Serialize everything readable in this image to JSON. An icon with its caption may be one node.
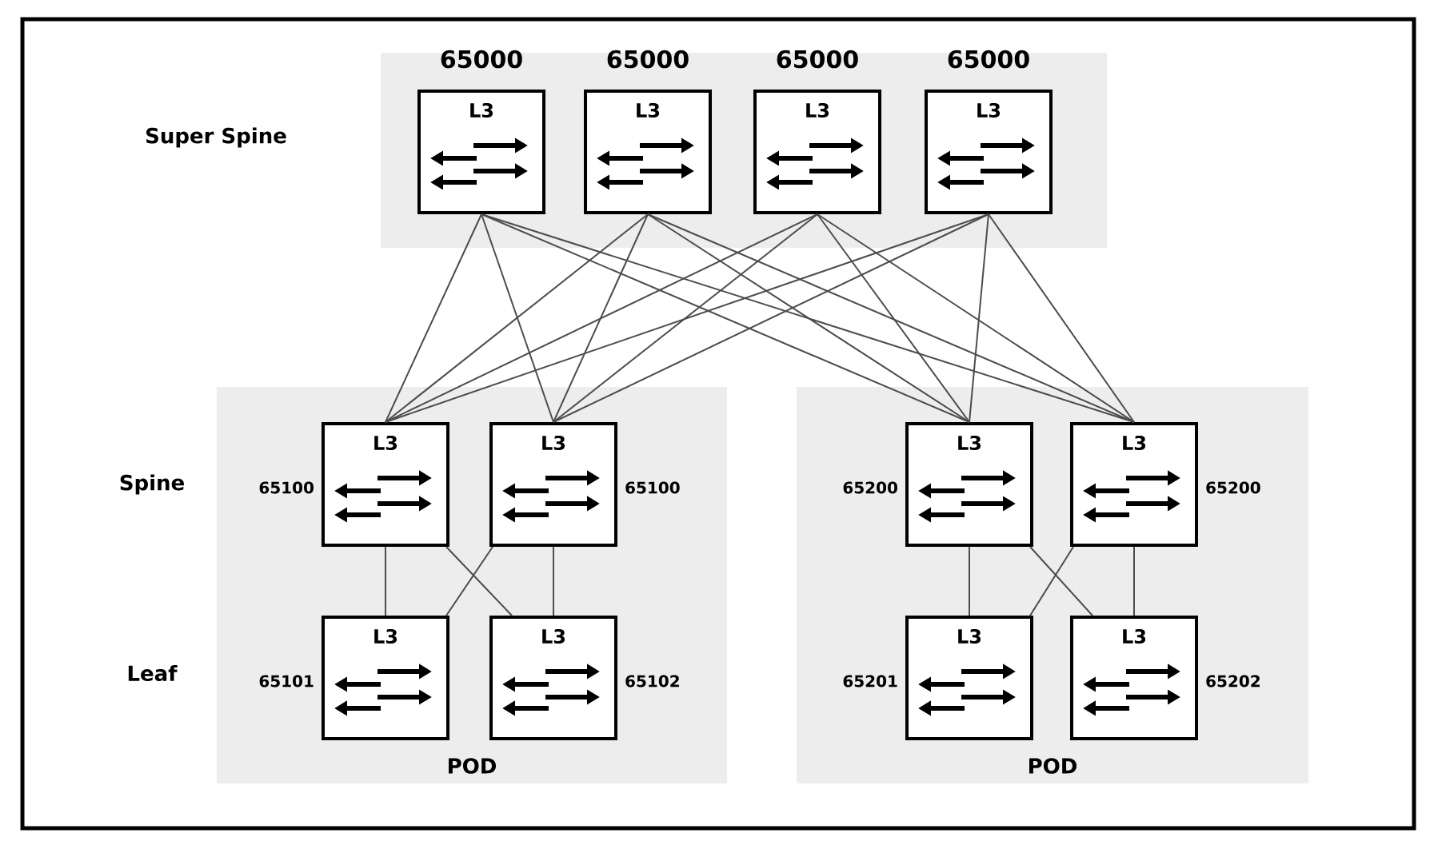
{
  "diagram": {
    "nodes": [
      {
        "text": [],
        "shape": "box"
      },
      {
        "text": [
          "65000",
          "L3"
        ],
        "in": 0
      },
      {
        "text": [
          "65000",
          "L3"
        ],
        "in": 0
      },
      {
        "text": [
          "65000",
          "L3"
        ],
        "in": 0
      },
      {
        "text": [
          "65000",
          "L3"
        ],
        "in": 0
      },
      {
        "text": [
          "POD"
        ]
      },
      {
        "text": [
          "L3"
        ],
        "beside": [
          "65100"
        ],
        "in": 5
      },
      {
        "text": [
          "L3"
        ],
        "beside": [
          "65100"
        ],
        "in": 5
      },
      {
        "text": [
          "L3"
        ],
        "beside": [
          "65101"
        ],
        "in": 5
      },
      {
        "text": [
          "L3"
        ],
        "beside": [
          "65102"
        ],
        "in": 5
      },
      {
        "text": [
          "POD"
        ]
      },
      {
        "text": [
          "L3"
        ],
        "beside": [
          "65200"
        ],
        "in": 10
      },
      {
        "text": [
          "L3"
        ],
        "beside": [
          "65200"
        ],
        "in": 10
      },
      {
        "text": [
          "L3"
        ],
        "beside": [
          "65201"
        ],
        "in": 10
      },
      {
        "text": [
          "L3"
        ],
        "beside": [
          "65202"
        ],
        "in": 10
      }
    ],
    "edges": [
      {
        "from": 1,
        "to": 6,
        "arrow": "none"
      },
      {
        "from": 1,
        "to": 7,
        "arrow": "none"
      },
      {
        "from": 1,
        "to": 11,
        "arrow": "none"
      },
      {
        "from": 1,
        "to": 12,
        "arrow": "none"
      },
      {
        "from": 2,
        "to": 6,
        "arrow": "none"
      },
      {
        "from": 2,
        "to": 7,
        "arrow": "none"
      },
      {
        "from": 2,
        "to": 11,
        "arrow": "none"
      },
      {
        "from": 2,
        "to": 12,
        "arrow": "none"
      },
      {
        "from": 3,
        "to": 6,
        "arrow": "none"
      },
      {
        "from": 3,
        "to": 7,
        "arrow": "none"
      },
      {
        "from": 3,
        "to": 11,
        "arrow": "none"
      },
      {
        "from": 3,
        "to": 12,
        "arrow": "none"
      },
      {
        "from": 4,
        "to": 6,
        "arrow": "none"
      },
      {
        "from": 4,
        "to": 7,
        "arrow": "none"
      },
      {
        "from": 4,
        "to": 11,
        "arrow": "none"
      },
      {
        "from": 4,
        "to": 12,
        "arrow": "none"
      },
      {
        "from": 6,
        "to": 8,
        "arrow": "none"
      },
      {
        "from": 6,
        "to": 9,
        "arrow": "none"
      },
      {
        "from": 7,
        "to": 8,
        "arrow": "none"
      },
      {
        "from": 7,
        "to": 9,
        "arrow": "none"
      },
      {
        "from": 11,
        "to": 13,
        "arrow": "none"
      },
      {
        "from": 11,
        "to": 14,
        "arrow": "none"
      },
      {
        "from": 12,
        "to": 13,
        "arrow": "none"
      },
      {
        "from": 12,
        "to": 14,
        "arrow": "none"
      }
    ],
    "labels": [
      "Super Spine",
      "Spine",
      "Leaf"
    ]
  }
}
